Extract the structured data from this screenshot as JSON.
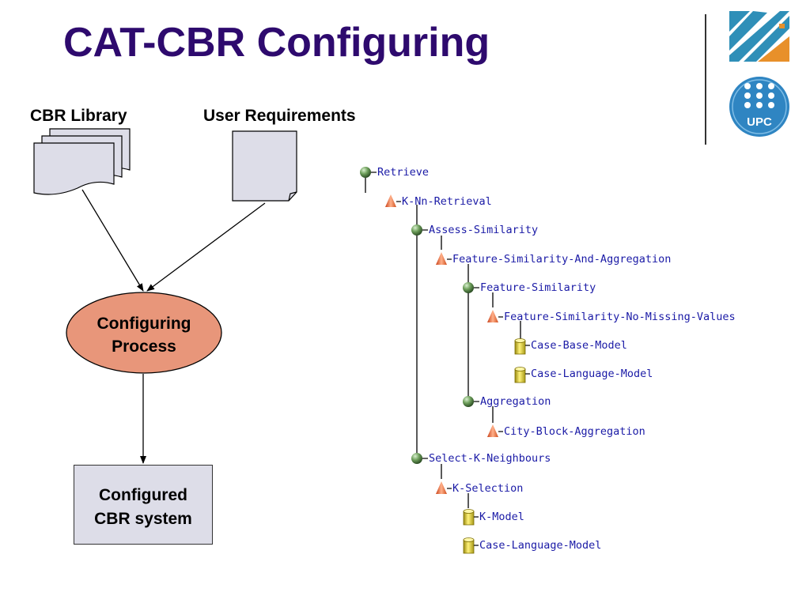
{
  "slide": {
    "title": "CAT-CBR Configuring"
  },
  "diagram": {
    "cbr_library_label": "CBR Library",
    "user_requirements_label": "User Requirements",
    "process_line1": "Configuring",
    "process_line2": "Process",
    "output_line1": "Configured",
    "output_line2": "CBR system"
  },
  "logos": {
    "upc_text": "UPC"
  },
  "tree": {
    "nodes": [
      {
        "label": "Retrieve",
        "icon": "green-sphere-icon"
      },
      {
        "label": "K-Nn-Retrieval",
        "icon": "orange-cone-icon"
      },
      {
        "label": "Assess-Similarity",
        "icon": "green-sphere-icon"
      },
      {
        "label": "Feature-Similarity-And-Aggregation",
        "icon": "orange-cone-icon"
      },
      {
        "label": "Feature-Similarity",
        "icon": "green-sphere-icon"
      },
      {
        "label": "Feature-Similarity-No-Missing-Values",
        "icon": "orange-cone-icon"
      },
      {
        "label": "Case-Base-Model",
        "icon": "yellow-cylinder-icon"
      },
      {
        "label": "Case-Language-Model",
        "icon": "yellow-cylinder-icon"
      },
      {
        "label": "Aggregation",
        "icon": "green-sphere-icon"
      },
      {
        "label": "City-Block-Aggregation",
        "icon": "orange-cone-icon"
      },
      {
        "label": "Select-K-Neighbours",
        "icon": "green-sphere-icon"
      },
      {
        "label": "K-Selection",
        "icon": "orange-cone-icon"
      },
      {
        "label": "K-Model",
        "icon": "yellow-cylinder-icon"
      },
      {
        "label": "Case-Language-Model",
        "icon": "yellow-cylinder-icon"
      }
    ]
  },
  "colors": {
    "title": "#2e0a6e",
    "ellipse_fill": "#e8967a",
    "document_fill": "#dddde8",
    "tree_text": "#1a1aa6"
  }
}
